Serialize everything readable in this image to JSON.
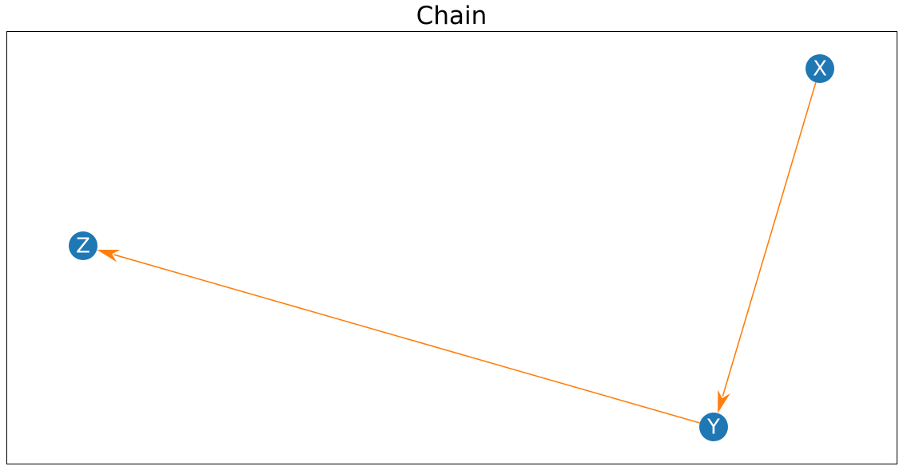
{
  "title": "Chain",
  "colors": {
    "node_fill": "#1f77b4",
    "edge": "#ff7f0e",
    "node_text": "#ffffff",
    "frame": "#000000"
  },
  "graph": {
    "nodes": [
      {
        "id": "X",
        "label": "X"
      },
      {
        "id": "Y",
        "label": "Y"
      },
      {
        "id": "Z",
        "label": "Z"
      }
    ],
    "edges": [
      {
        "from": "X",
        "to": "Y"
      },
      {
        "from": "Y",
        "to": "Z"
      }
    ]
  }
}
